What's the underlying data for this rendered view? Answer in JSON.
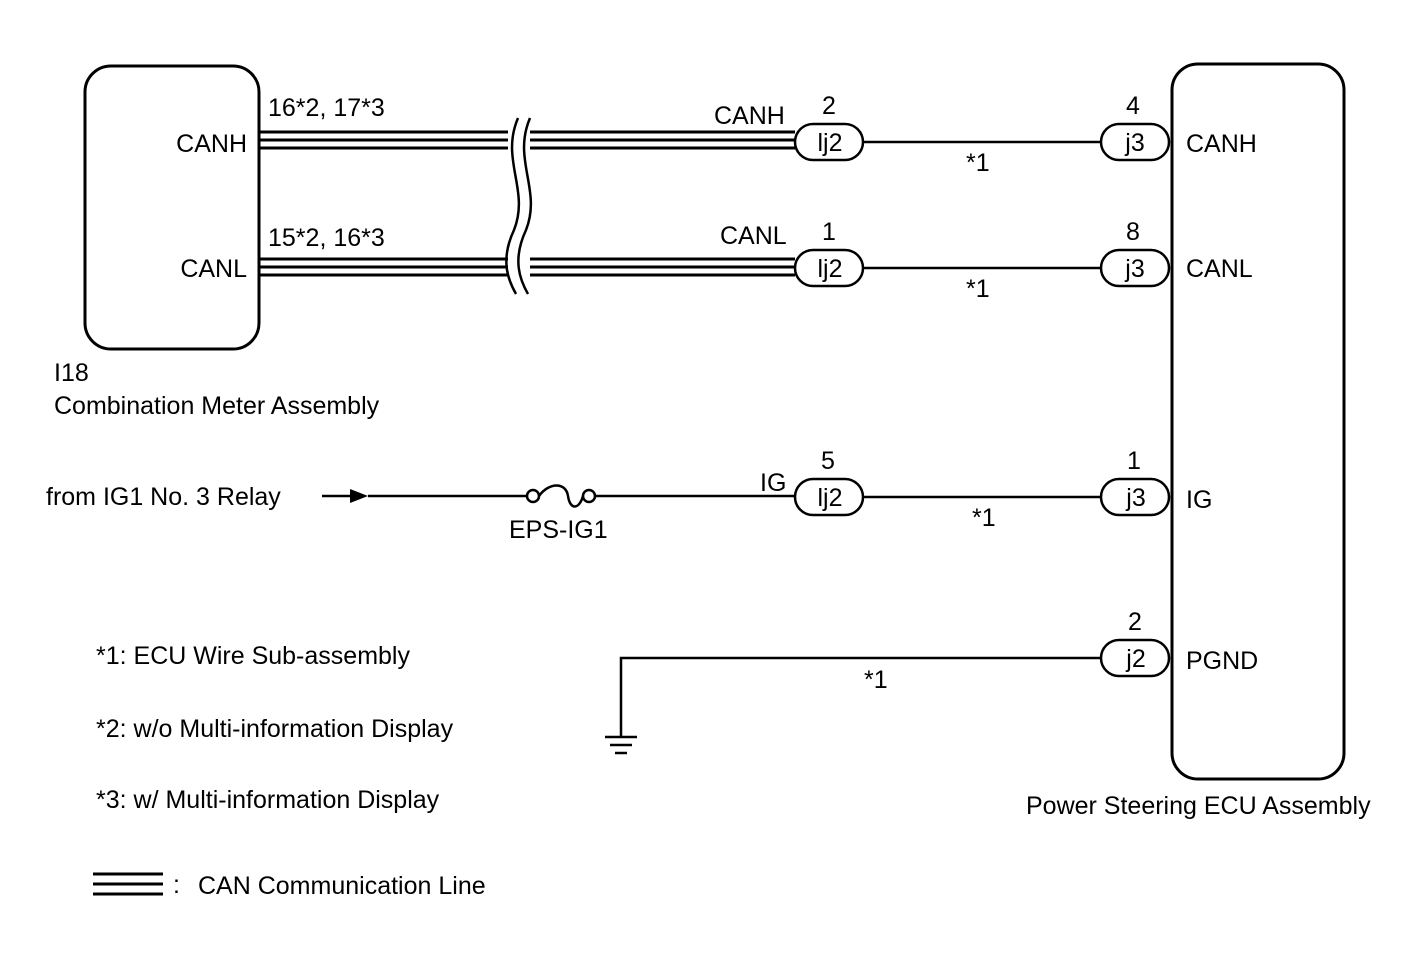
{
  "meter": {
    "code": "I18",
    "name": "Combination Meter Assembly",
    "canh": "CANH",
    "canl": "CANL"
  },
  "ecu": {
    "name": "Power Steering ECU Assembly",
    "canh": "CANH",
    "canl": "CANL",
    "ig": "IG",
    "pgnd": "PGND"
  },
  "wires": {
    "canh_pins": "16*2, 17*3",
    "canl_pins": "15*2, 16*3",
    "canh_tag": "CANH",
    "canl_tag": "CANL",
    "ig_tag": "IG",
    "wire_note": "*1"
  },
  "connectors": {
    "lj2_canh": {
      "code": "lj2",
      "pin": "2"
    },
    "lj2_canl": {
      "code": "lj2",
      "pin": "1"
    },
    "lj2_ig": {
      "code": "lj2",
      "pin": "5"
    },
    "j3_canh": {
      "code": "j3",
      "pin": "4"
    },
    "j3_canl": {
      "code": "j3",
      "pin": "8"
    },
    "j3_ig": {
      "code": "j3",
      "pin": "1"
    },
    "j2_pgnd": {
      "code": "j2",
      "pin": "2"
    }
  },
  "source": {
    "text": "from IG1 No. 3 Relay",
    "fuse": "EPS-IG1"
  },
  "notes": [
    "*1: ECU Wire Sub-assembly",
    "*2: w/o Multi-information Display",
    "*3: w/ Multi-information Display"
  ],
  "legend": {
    "colon": ":",
    "text": "CAN Communication Line"
  }
}
